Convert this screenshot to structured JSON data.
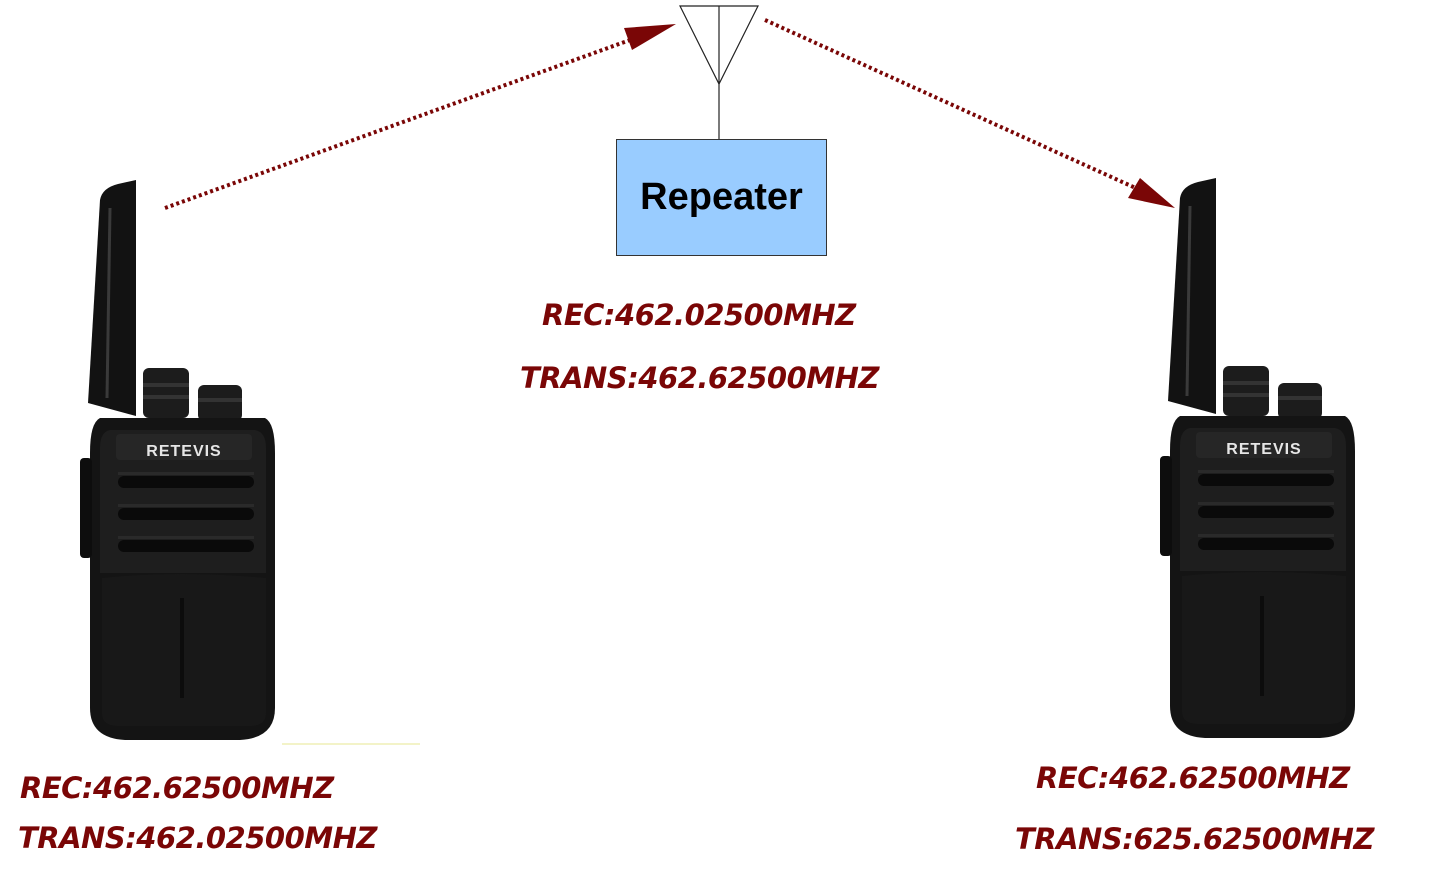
{
  "repeater": {
    "label": "Repeater",
    "rec": "REC:462.02500MHZ",
    "trans": "TRANS:462.62500MHZ"
  },
  "radio_left": {
    "brand": "RETEVIS",
    "rec": "REC:462.62500MHZ",
    "trans": "TRANS:462.02500MHZ"
  },
  "radio_right": {
    "brand": "RETEVIS",
    "rec": "REC:462.62500MHZ",
    "trans": "TRANS:625.62500MHZ"
  },
  "colors": {
    "signal": "#7a0606",
    "repeater_fill": "#99ccff",
    "radio_body": "#141414"
  }
}
